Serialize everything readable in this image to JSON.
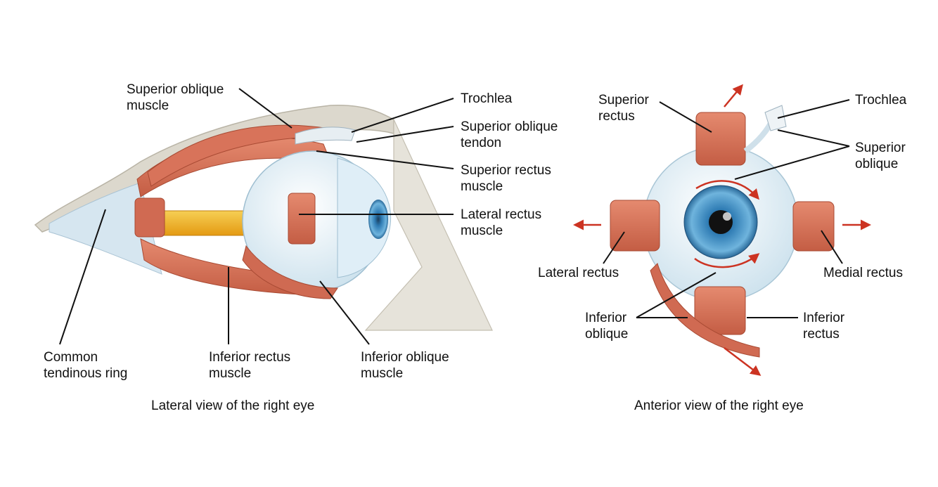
{
  "lateral": {
    "caption": "Lateral view of the right eye",
    "labels": {
      "superior_oblique_muscle": "Superior oblique\nmuscle",
      "trochlea": "Trochlea",
      "superior_oblique_tendon": "Superior oblique\ntendon",
      "superior_rectus_muscle": "Superior rectus\nmuscle",
      "lateral_rectus_muscle": "Lateral rectus\nmuscle",
      "common_tendinous_ring": "Common\ntendinous ring",
      "inferior_rectus_muscle": "Inferior rectus\nmuscle",
      "inferior_oblique_muscle": "Inferior oblique\nmuscle"
    }
  },
  "anterior": {
    "caption": "Anterior view of the right eye",
    "labels": {
      "superior_rectus": "Superior\nrectus",
      "trochlea": "Trochlea",
      "superior_oblique": "Superior\noblique",
      "lateral_rectus": "Lateral rectus",
      "medial_rectus": "Medial rectus",
      "inferior_oblique": "Inferior\noblique",
      "inferior_rectus": "Inferior\nrectus"
    }
  },
  "colors": {
    "muscle": "#d9735a",
    "muscle_dark": "#b9503a",
    "bone": "#d8d5cc",
    "sclera": "#eaf3f8",
    "iris": "#3f8fc4",
    "optic_nerve": "#f2b428",
    "arrow": "#cc3322"
  }
}
